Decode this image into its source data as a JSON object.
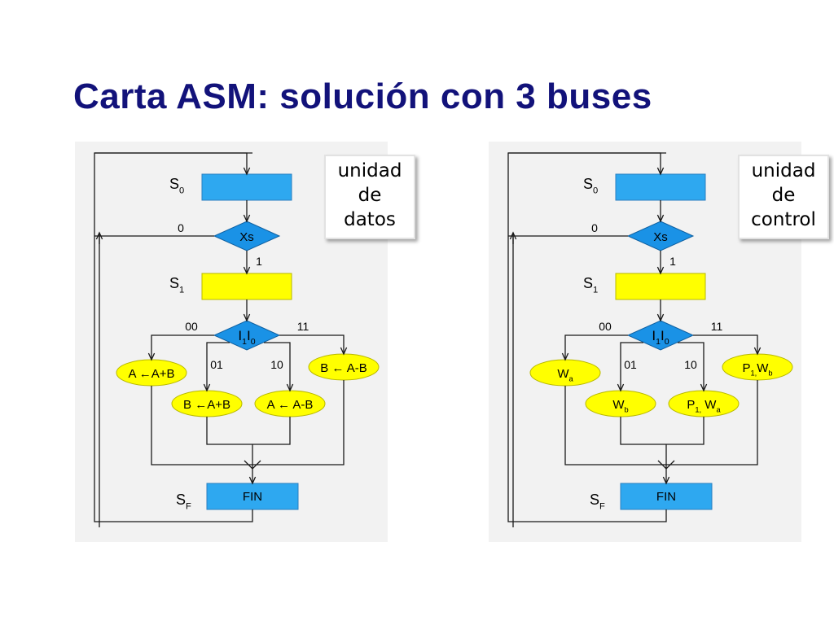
{
  "title": "Carta ASM: solución con 3 buses",
  "colors": {
    "title": "#12127a",
    "state_box": "#2ea8f0",
    "decision": "#1a92e6",
    "action_box": "#ffff00",
    "conditional_output": "#ffff00",
    "panel": "#f2f2f2",
    "lines": "#1a1a1a"
  },
  "panels": [
    {
      "note": [
        "unidad",
        "de",
        "datos"
      ],
      "state_labels": {
        "s0": [
          "S",
          "0"
        ],
        "s1": [
          "S",
          "1"
        ],
        "sf": [
          "S",
          "F"
        ]
      },
      "xs_label": "Xs",
      "xs_false": "0",
      "xs_true": "1",
      "i_label": [
        [
          "I",
          false
        ],
        [
          "1",
          true
        ],
        [
          "I",
          false
        ],
        [
          "0",
          true
        ]
      ],
      "branch_labels": [
        "00",
        "01",
        "10",
        "11"
      ],
      "outputs": [
        [
          [
            "A ←A+B",
            false
          ]
        ],
        [
          [
            "B ←A+B",
            false
          ]
        ],
        [
          [
            "A ← A-B",
            false
          ]
        ],
        [
          [
            "B ← A-B",
            false
          ]
        ]
      ],
      "fin": "FIN"
    },
    {
      "note": [
        "unidad",
        "de",
        "control"
      ],
      "state_labels": {
        "s0": [
          "S",
          "0"
        ],
        "s1": [
          "S",
          "1"
        ],
        "sf": [
          "S",
          "F"
        ]
      },
      "xs_label": "Xs",
      "xs_false": "0",
      "xs_true": "1",
      "i_label": [
        [
          "I",
          false
        ],
        [
          "1",
          true
        ],
        [
          "I",
          false
        ],
        [
          "0",
          true
        ]
      ],
      "branch_labels": [
        "00",
        "01",
        "10",
        "11"
      ],
      "outputs": [
        [
          [
            "W",
            false
          ],
          [
            "a",
            true
          ]
        ],
        [
          [
            "W",
            false
          ],
          [
            "b",
            true
          ]
        ],
        [
          [
            "P",
            false
          ],
          [
            "1,",
            true
          ],
          [
            " W",
            false
          ],
          [
            "a",
            true
          ]
        ],
        [
          [
            "P",
            false
          ],
          [
            "1,",
            true
          ],
          [
            "W",
            false
          ],
          [
            "b",
            true
          ]
        ]
      ],
      "fin": "FIN"
    }
  ]
}
